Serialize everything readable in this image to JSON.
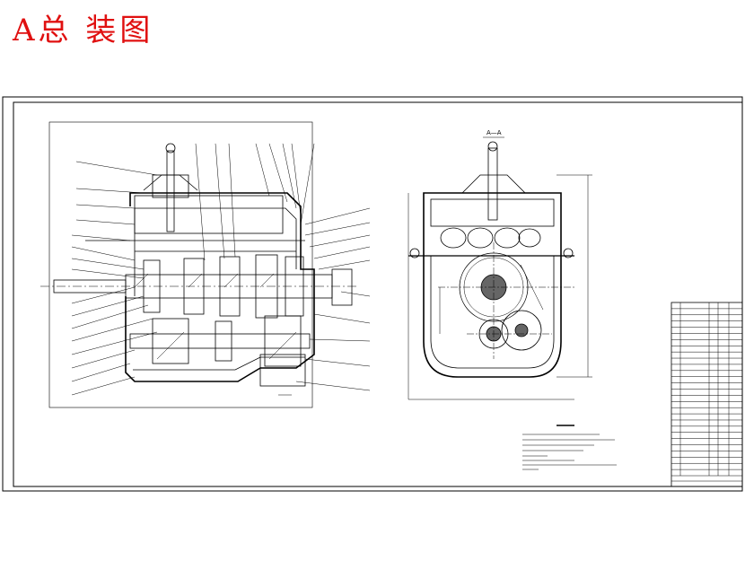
{
  "header": {
    "title": "A总 装图"
  },
  "drawing": {
    "section_label": "A—A",
    "line_color": "#000000",
    "title_color": "#e01010",
    "parts_list_rows": 28
  }
}
